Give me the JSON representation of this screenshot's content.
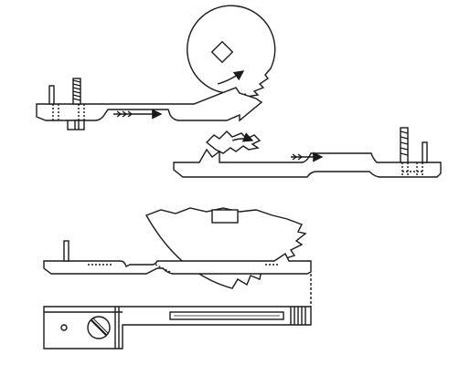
{
  "figure": {
    "background_color": "#ffffff",
    "ink_color": "#1a1a1a",
    "panels": [
      {
        "name": "top-mechanism",
        "parts": [
          "spring-pawl-arm",
          "ratchet-wheel",
          "square-arbor",
          "binding-post",
          "pin",
          "motion-arrow",
          "rotation-arrow"
        ]
      },
      {
        "name": "middle-mechanism",
        "parts": [
          "spring-pawl-arm",
          "binding-post",
          "pin",
          "motion-arrow",
          "broken-ratchet-outline"
        ]
      },
      {
        "name": "bottom-assembly",
        "parts": [
          "spring-pawl-arm",
          "ratchet-wheel-cutaway",
          "pin",
          "plan-view-bar",
          "slot",
          "screw-head",
          "hole"
        ]
      }
    ]
  }
}
